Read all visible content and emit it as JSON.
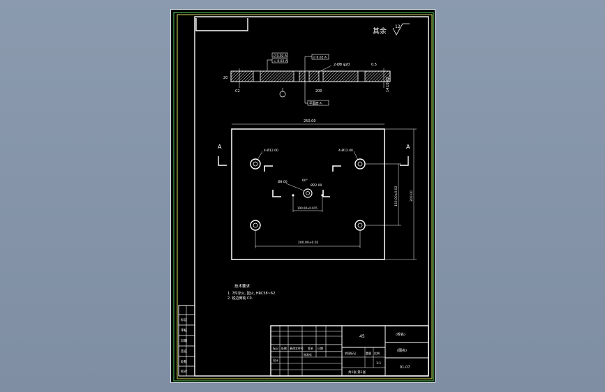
{
  "colors": {
    "background": "#8795a9",
    "sheet": "#000000",
    "line": "#ffffff",
    "frame_outer": "#4caf50",
    "frame_inner": "#d4e157"
  },
  "roughness": {
    "label": "其余",
    "value": "12"
  },
  "section_view": {
    "tol_box_1": "// 0.02 A",
    "tol_box_2": "⊥ 0.02 A",
    "tol_box_3": "// 0.02 A",
    "thickness": "20",
    "length": "200",
    "hole_callout": "2-Ø8 φ20",
    "chamfer_l": "C2",
    "chamfer_r": "0.5",
    "depth": "14±0.02",
    "label_below": "平面度 A"
  },
  "plan_view": {
    "width_dim": "250.00",
    "section_mark_left": "A",
    "section_mark_right": "A",
    "hole_tl": "4-Ø12.00",
    "hole_tr": "4-Ø12.00",
    "center_hole": "Ø22.00",
    "center_chamfer": "Ø8.00",
    "center_angle": "60°",
    "small_span": "100.00±0.015",
    "bottom_span": "200.00±0.02",
    "height_inner": "150.00±0.02",
    "height_outer": "200.00"
  },
  "tech_req": {
    "title": "技术要求",
    "line1": "1. 7件淬火, 回火, HRC58~62",
    "line2": "2. 锐边倒钝 C0."
  },
  "left_column": [
    "标记",
    "审核",
    "日期",
    "签名",
    "处数",
    "校对"
  ],
  "title_block": {
    "material": "45",
    "school": "(校名)",
    "drawing_name": "(图名)",
    "drawing_no": "01-07",
    "scale": "1:1",
    "sheet_info": "共1张 第1张",
    "row_labels": [
      "标记",
      "处数",
      "更改文件号",
      "签名",
      "日期"
    ],
    "designer": "设计",
    "standard": "标准化",
    "stage_mark": "阶段标记",
    "weight": "重量",
    "ratio": "比例"
  }
}
